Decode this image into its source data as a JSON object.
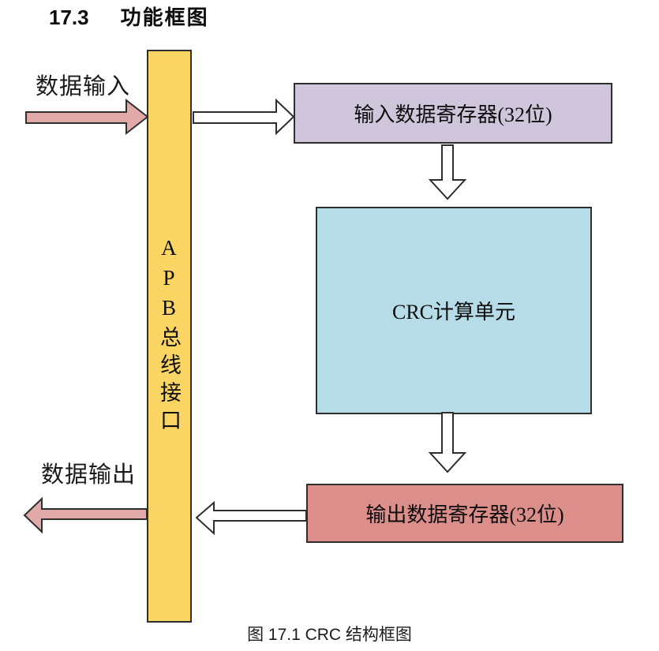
{
  "page": {
    "heading_number": "17.3",
    "heading_title": "功能框图",
    "caption": "图 17.1 CRC 结构框图"
  },
  "diagram": {
    "data_input_label": "数据输入",
    "data_output_label": "数据输出",
    "blocks": {
      "apb_bus_interface": "APB总线接口",
      "input_data_register": "输入数据寄存器(32位)",
      "crc_calc_unit": "CRC计算单元",
      "output_data_register": "输出数据寄存器(32位)"
    },
    "arrows": [
      {
        "name": "data-input-arrow",
        "direction": "right",
        "style": "pink"
      },
      {
        "name": "apb-to-input-reg-arrow",
        "direction": "right",
        "style": "white"
      },
      {
        "name": "input-reg-to-crc-arrow",
        "direction": "down",
        "style": "white"
      },
      {
        "name": "crc-to-output-reg-arrow",
        "direction": "down",
        "style": "white"
      },
      {
        "name": "output-reg-to-apb-arrow",
        "direction": "left",
        "style": "white"
      },
      {
        "name": "data-output-arrow",
        "direction": "left",
        "style": "pink"
      }
    ]
  },
  "colors": {
    "apb": "#fbd563",
    "input_reg": "#cfc6dc",
    "crc_unit": "#b6dce8",
    "output_reg": "#dc8e8b",
    "pink_arrow": "#e2a9a9",
    "white_arrow": "#ffffff",
    "border": "#2e2e2e"
  }
}
